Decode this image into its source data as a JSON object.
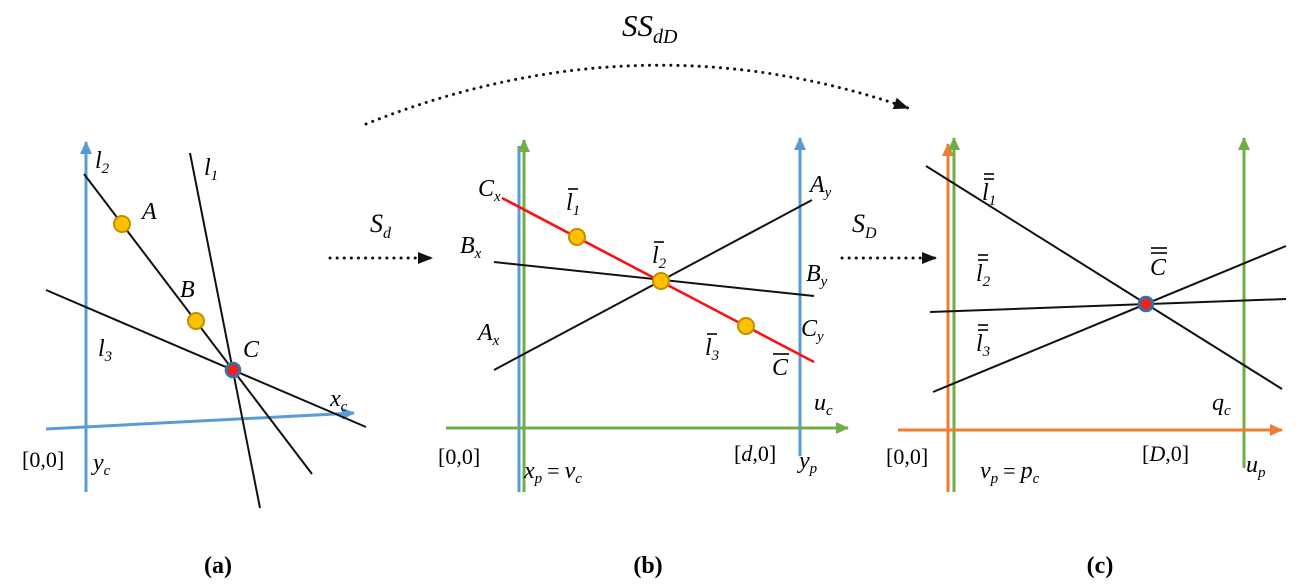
{
  "header": {
    "title": {
      "base": "SS",
      "sub": "dD"
    }
  },
  "transforms": {
    "sd": {
      "base": "S",
      "sub": "d"
    },
    "sD": {
      "base": "S",
      "sub": "D"
    }
  },
  "panel_a": {
    "caption": "(a)",
    "origin_label": "[0,0]",
    "x_axis": {
      "base": "x",
      "sub": "c"
    },
    "y_axis": {
      "base": "y",
      "sub": "c"
    },
    "line1": {
      "base": "l",
      "sub": "1"
    },
    "line2": {
      "base": "l",
      "sub": "2"
    },
    "line3": {
      "base": "l",
      "sub": "3"
    },
    "point_a": "A",
    "point_b": "B",
    "point_c": "C"
  },
  "panel_b": {
    "caption": "(b)",
    "origin_label": "[0,0]",
    "d_label": {
      "open": "[",
      "var": "d",
      "close": ",0]"
    },
    "left_axis": {
      "a_base": "x",
      "a_sub": "p",
      "eq": "=",
      "b_base": "v",
      "b_sub": "c"
    },
    "right_axis": {
      "base": "y",
      "sub": "p"
    },
    "h_axis": {
      "base": "u",
      "sub": "c"
    },
    "cx": {
      "base": "C",
      "sub": "x"
    },
    "bx": {
      "base": "B",
      "sub": "x"
    },
    "ax": {
      "base": "A",
      "sub": "x"
    },
    "ay": {
      "base": "A",
      "sub": "y"
    },
    "by": {
      "base": "B",
      "sub": "y"
    },
    "cy": {
      "base": "C",
      "sub": "y"
    },
    "l1_bar": {
      "base": "l",
      "sub": "1"
    },
    "l2_bar": {
      "base": "l",
      "sub": "2"
    },
    "l3_bar": {
      "base": "l",
      "sub": "3"
    },
    "c_bar": "C"
  },
  "panel_c": {
    "caption": "(c)",
    "origin_label": "[0,0]",
    "d_label": {
      "open": "[",
      "var": "D",
      "close": ",0]"
    },
    "left_axis": {
      "a_base": "v",
      "a_sub": "p",
      "eq": "=",
      "b_base": "p",
      "b_sub": "c"
    },
    "right_axis": {
      "base": "u",
      "sub": "p"
    },
    "h_axis": {
      "base": "q",
      "sub": "c"
    },
    "l1_dbar": {
      "base": "l",
      "sub": "1"
    },
    "l2_dbar": {
      "base": "l",
      "sub": "2"
    },
    "l3_dbar": {
      "base": "l",
      "sub": "3"
    },
    "c_dbar": "C"
  },
  "colors": {
    "axis_blue": "#5B9BD5",
    "axis_green": "#70AD47",
    "axis_orange": "#ED7D31",
    "dual_line_red": "#FF1010",
    "point_yellow_fill": "#FFC000",
    "point_yellow_ring": "#BF8F00",
    "point_red_fill": "#E8251F",
    "point_red_ring": "#2E74B5",
    "geometry_black": "#111111"
  }
}
